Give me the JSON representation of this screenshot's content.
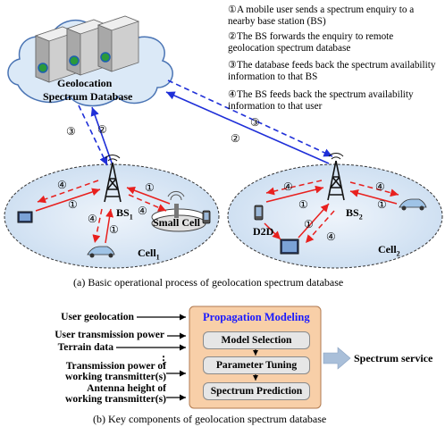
{
  "part_a": {
    "database_label_line1": "Geolocation",
    "database_label_line2": "Spectrum Database",
    "steps": [
      {
        "num": "①",
        "text": "A mobile user sends a spectrum enquiry to a nearby base station (BS)"
      },
      {
        "num": "②",
        "text": "The BS forwards the enquiry to remote geolocation spectrum database"
      },
      {
        "num": "③",
        "text": "The database feeds back the spectrum availability information to that BS"
      },
      {
        "num": "④",
        "text": "The BS feeds back the spectrum availability information to that user"
      }
    ],
    "cell1": {
      "bs_label": "BS",
      "bs_sub": "1",
      "cell_label": "Cell",
      "cell_sub": "1",
      "small_cell_label": "Small Cell"
    },
    "cell2": {
      "bs_label": "BS",
      "bs_sub": "2",
      "cell_label": "Cell",
      "cell_sub": "2",
      "d2d_label": "D2D"
    },
    "markers": {
      "one": "①",
      "two": "②",
      "three": "③",
      "four": "④"
    },
    "caption": "(a) Basic operational process of geolocation spectrum database"
  },
  "part_b": {
    "inputs": [
      "User geolocation",
      "User transmission power",
      "Terrain data",
      "⋮",
      "Transmission power of",
      "working transmitter(s)",
      "Antenna height of",
      "working transmitter(s)"
    ],
    "module_title": "Propagation Modeling",
    "stages": [
      "Model Selection",
      "Parameter Tuning",
      "Spectrum Prediction"
    ],
    "output_label": "Spectrum service",
    "caption": "(b) Key components of geolocation spectrum database"
  },
  "colors": {
    "cloud_fill": "#dbe9f7",
    "cloud_stroke": "#4a74b4",
    "cell_fill": "#d6e4f3",
    "arrow_red": "#e8201e",
    "arrow_blue": "#1f2fd8",
    "module_fill": "#f8cfa8",
    "module_title": "#1a1aff",
    "output_arrow": "#a9bfd9"
  }
}
